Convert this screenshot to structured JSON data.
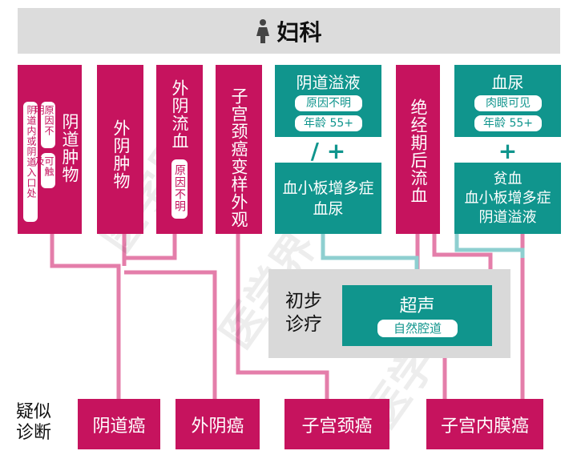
{
  "header": {
    "title": "妇科",
    "icon": "female-person-icon"
  },
  "colors": {
    "pink": "#c6135e",
    "teal": "#10958d",
    "grey": "#d9d9d9",
    "line_pink": "#e47eaa",
    "line_teal": "#8ecfd0"
  },
  "symptoms": {
    "vaginal_mass": {
      "title": "阴道肿物",
      "note_cause": "原因不明",
      "note_palp": "可触及",
      "note_loc": "阴道内或阴道入口处"
    },
    "vulvar_mass": {
      "title": "外阴肿物"
    },
    "vulvar_bleeding": {
      "title": "外阴流血",
      "note": "原因不明"
    },
    "cervix_change": {
      "title": "子宫颈癌变样外观"
    },
    "discharge": {
      "title": "阴道溢液",
      "note1": "原因不明",
      "note2": "年龄 55+"
    },
    "postmeno_bleed": {
      "title": "绝经期后流血"
    },
    "hematuria": {
      "title": "血尿",
      "note1": "肉眼可见",
      "note2": "年龄 55+"
    },
    "op_slash_plus": "/ +",
    "op_plus": "+",
    "thrombo_hematuria": {
      "line1": "血小板增多症",
      "line2": "血尿"
    },
    "anemia_combo": {
      "line1": "贫血",
      "line2": "血小板增多症",
      "line3": "阴道溢液"
    }
  },
  "initial": {
    "label_line1": "初步",
    "label_line2": "诊疗",
    "exam": "超声",
    "exam_note": "自然腔道"
  },
  "suspected": {
    "label_line1": "疑似",
    "label_line2": "诊断",
    "results": [
      "阴道癌",
      "外阴癌",
      "子宫颈癌",
      "子宫内膜癌"
    ]
  },
  "watermark": "医学界"
}
